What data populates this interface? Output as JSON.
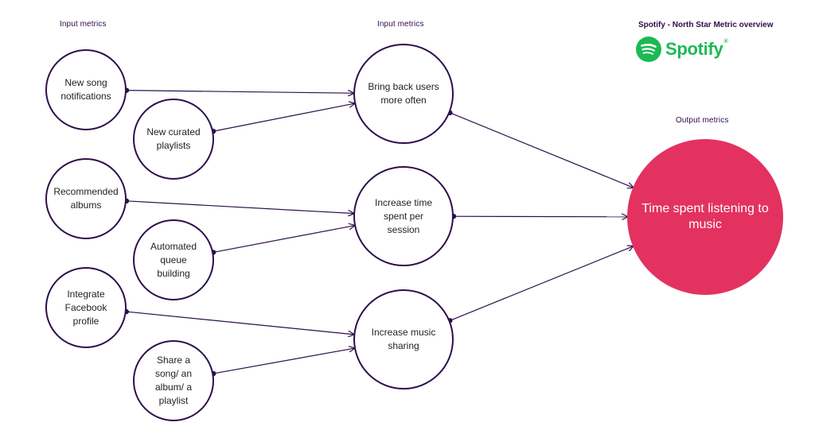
{
  "headers": {
    "left": "Input metrics",
    "middle": "Input metrics",
    "right": "Output metrics"
  },
  "title": "Spotify - North Star Metric overview",
  "logo": {
    "text": "Spotify",
    "mark": "®"
  },
  "colors": {
    "line": "#2d0f4a",
    "output_fill": "#e33260",
    "brand_green": "#1db954"
  },
  "input_nodes": [
    {
      "id": "new-song-notifications",
      "label": "New song notifications"
    },
    {
      "id": "new-curated-playlists",
      "label": "New curated playlists"
    },
    {
      "id": "recommended-albums",
      "label": "Recommended albums"
    },
    {
      "id": "automated-queue-building",
      "label": "Automated queue building"
    },
    {
      "id": "integrate-facebook-profile",
      "label": "Integrate Facebook profile"
    },
    {
      "id": "share-a-song",
      "label": "Share a song/ an album/ a playlist"
    }
  ],
  "middle_nodes": [
    {
      "id": "bring-back-users",
      "label": "Bring back users more often"
    },
    {
      "id": "increase-time-per-session",
      "label": "Increase time spent per session"
    },
    {
      "id": "increase-music-sharing",
      "label": "Increase music sharing"
    }
  ],
  "output_node": {
    "id": "time-spent-listening",
    "label": "Time spent listening to music"
  },
  "edges": [
    {
      "from": "new-song-notifications",
      "to": "bring-back-users"
    },
    {
      "from": "new-curated-playlists",
      "to": "bring-back-users"
    },
    {
      "from": "recommended-albums",
      "to": "increase-time-per-session"
    },
    {
      "from": "automated-queue-building",
      "to": "increase-time-per-session"
    },
    {
      "from": "integrate-facebook-profile",
      "to": "increase-music-sharing"
    },
    {
      "from": "share-a-song",
      "to": "increase-music-sharing"
    },
    {
      "from": "bring-back-users",
      "to": "time-spent-listening"
    },
    {
      "from": "increase-time-per-session",
      "to": "time-spent-listening"
    },
    {
      "from": "increase-music-sharing",
      "to": "time-spent-listening"
    }
  ]
}
